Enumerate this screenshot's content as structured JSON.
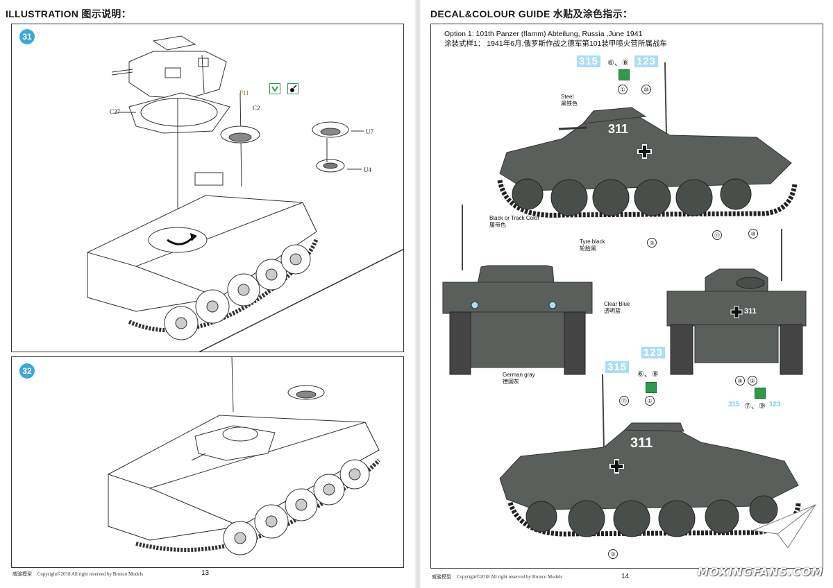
{
  "left_page": {
    "header": "ILLUSTRATION 图示说明：",
    "steps": [
      "31",
      "32"
    ],
    "parts": {
      "p11": "P11",
      "c2": "C2",
      "c27": "C27",
      "u7": "U7",
      "u4": "U4"
    },
    "footer_brand": "威骏模型",
    "footer_copyright": "Copyright©2018  All right reserved by Bronco Models",
    "page_number": "13"
  },
  "right_page": {
    "header": "DECAL&COLOUR GUIDE 水贴及涂色指示：",
    "option_en": "Option 1: 101th Panzer (flamm) Abteilung, Russia ,June 1941",
    "option_cn": "涂装式样1： 1941年6月,俄罗斯作战之德军第101装甲喷火营所属战车",
    "callouts": {
      "steel_en": "Steel",
      "steel_cn": "黑铁色",
      "track_en": "Black or Track Color",
      "track_cn": "履带色",
      "tyre_en": "Tyre black",
      "tyre_cn": "轮胎黑",
      "clear_en": "Clear Blue",
      "clear_cn": "透明蓝",
      "gray_en": "German gray",
      "gray_cn": "德国灰"
    },
    "decals": {
      "d315": "315",
      "d123": "123",
      "d6_8": "⑥、⑧",
      "d7_9": "⑦、⑨",
      "n1": "①",
      "n2": "②",
      "n3": "③",
      "n4": "④",
      "n10": "⑩",
      "n11": "⑪",
      "hull_number": "311"
    },
    "footer_brand": "威骏模型",
    "footer_copyright": "Copyright©2018  All right reserved by Bronco Models",
    "page_number": "14"
  },
  "watermark": "MOXINGFANS.COM",
  "colors": {
    "step_badge": "#39a9dc",
    "tank_gray": "#5a5f5c",
    "decal_blue": "#a9def4",
    "decal_green": "#2d9b4a"
  }
}
